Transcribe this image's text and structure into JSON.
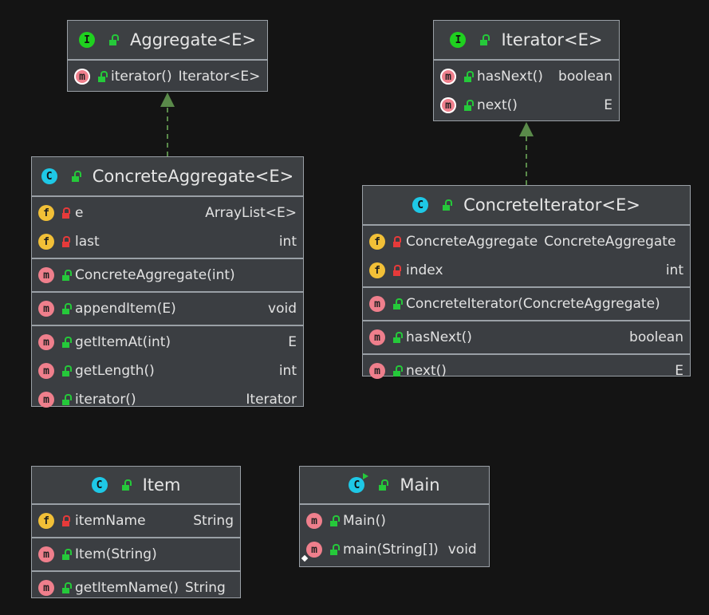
{
  "classes": {
    "aggregate": {
      "title": "Aggregate<E>",
      "methods": [
        {
          "name": "iterator()",
          "type": "Iterator<E>"
        }
      ]
    },
    "iterator": {
      "title": "Iterator<E>",
      "methods": [
        {
          "name": "hasNext()",
          "type": "boolean"
        },
        {
          "name": "next()",
          "type": "E"
        }
      ]
    },
    "concrete_aggregate": {
      "title": "ConcreteAggregate<E>",
      "fields": [
        {
          "name": "e",
          "type": "ArrayList<E>"
        },
        {
          "name": "last",
          "type": "int"
        }
      ],
      "constructor": {
        "name": "ConcreteAggregate(int)"
      },
      "methods_a": [
        {
          "name": "appendItem(E)",
          "type": "void"
        }
      ],
      "methods_b": [
        {
          "name": "getItemAt(int)",
          "type": "E"
        },
        {
          "name": "getLength()",
          "type": "int"
        },
        {
          "name": "iterator()",
          "type": "Iterator"
        }
      ]
    },
    "concrete_iterator": {
      "title": "ConcreteIterator<E>",
      "fields": [
        {
          "name": "ConcreteAggregate",
          "type": "ConcreteAggregate"
        },
        {
          "name": "index",
          "type": "int"
        }
      ],
      "constructor": {
        "name": "ConcreteIterator(ConcreteAggregate)"
      },
      "methods_a": [
        {
          "name": "hasNext()",
          "type": "boolean"
        }
      ],
      "methods_b": [
        {
          "name": "next()",
          "type": "E"
        }
      ]
    },
    "item": {
      "title": "Item",
      "fields": [
        {
          "name": "itemName",
          "type": "String"
        }
      ],
      "constructor": {
        "name": "Item(String)"
      },
      "methods": [
        {
          "name": "getItemName()",
          "type": "String"
        }
      ]
    },
    "main": {
      "title": "Main",
      "constructor": {
        "name": "Main()"
      },
      "methods": [
        {
          "name": "main(String[])",
          "type": "void"
        }
      ]
    }
  },
  "icons": {
    "interface": "I",
    "class": "C",
    "method": "m",
    "field": "f"
  },
  "colors": {
    "background": "#141414",
    "box": "#3b3e42",
    "border": "#9aa0a6",
    "interface_icon": "#1fd11f",
    "class_icon": "#1ec8e6",
    "method_icon": "#ef7f8c",
    "field_icon": "#f2c037",
    "public_lock": "#25c93a",
    "private_lock": "#e63a3a",
    "realization_edge": "#5a8a4a"
  }
}
